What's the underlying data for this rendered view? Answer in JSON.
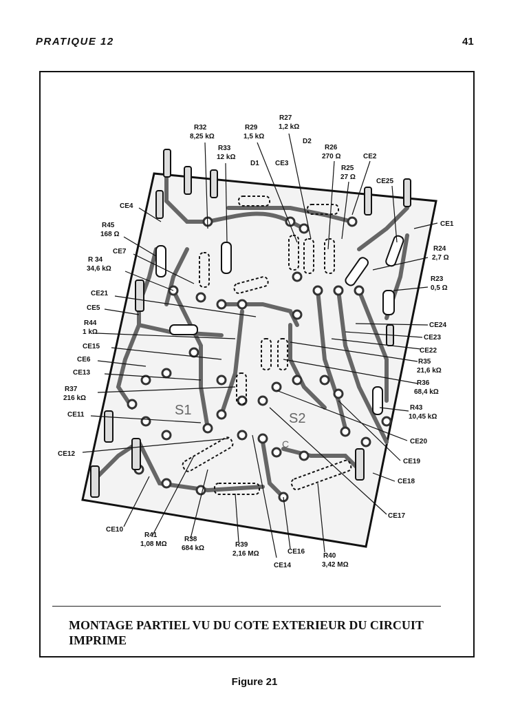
{
  "header": {
    "left": "PRATIQUE 12",
    "right": "41"
  },
  "labels": {
    "R32": "R32",
    "R32v": "8,25 kΩ",
    "R33": "R33",
    "R33v": "12 kΩ",
    "R29": "R29",
    "R29v": "1,5 kΩ",
    "R27": "R27",
    "R27v": "1,2 kΩ",
    "D1": "D1",
    "D2": "D2",
    "CE3": "CE3",
    "R26": "R26",
    "R26v": "270 Ω",
    "R25": "R25",
    "R25v": "27 Ω",
    "CE2": "CE2",
    "CE25": "CE25",
    "CE1": "CE1",
    "CE4": "CE4",
    "R45": "R45",
    "R45v": "168 Ω",
    "CE7": "CE7",
    "R34": "R 34",
    "R34v": "34,6 kΩ",
    "CE21": "CE21",
    "CE5": "CE5",
    "R44": "R44",
    "R44v": "1 kΩ",
    "CE15": "CE15",
    "CE6": "CE6",
    "CE13": "CE13",
    "R37": "R37",
    "R37v": "216 kΩ",
    "CE11": "CE11",
    "CE12": "CE12",
    "R24": "R24",
    "R24v": "2,7 Ω",
    "R23": "R23",
    "R23v": "0,5 Ω",
    "CE24": "CE24",
    "CE23": "CE23",
    "CE22": "CE22",
    "R35": "R35",
    "R35v": "21,6 kΩ",
    "R36": "R36",
    "R36v": "68,4 kΩ",
    "R43": "R43",
    "R43v": "10,45 kΩ",
    "CE20": "CE20",
    "CE19": "CE19",
    "CE18": "CE18",
    "CE17": "CE17",
    "CE10": "CE10",
    "R41": "R41",
    "R41v": "1,08 MΩ",
    "R38": "R38",
    "R38v": "684 kΩ",
    "R39": "R39",
    "R39v": "2,16 MΩ",
    "CE16": "CE16",
    "CE14": "CE14",
    "R40": "R40",
    "R40v": "3,42 MΩ",
    "S1": "S1",
    "S2": "S2",
    "C": "C"
  },
  "caption": "MONTAGE PARTIEL VU DU COTE EXTERIEUR DU CIRCUIT IMPRIME",
  "figure_label": "Figure 21"
}
